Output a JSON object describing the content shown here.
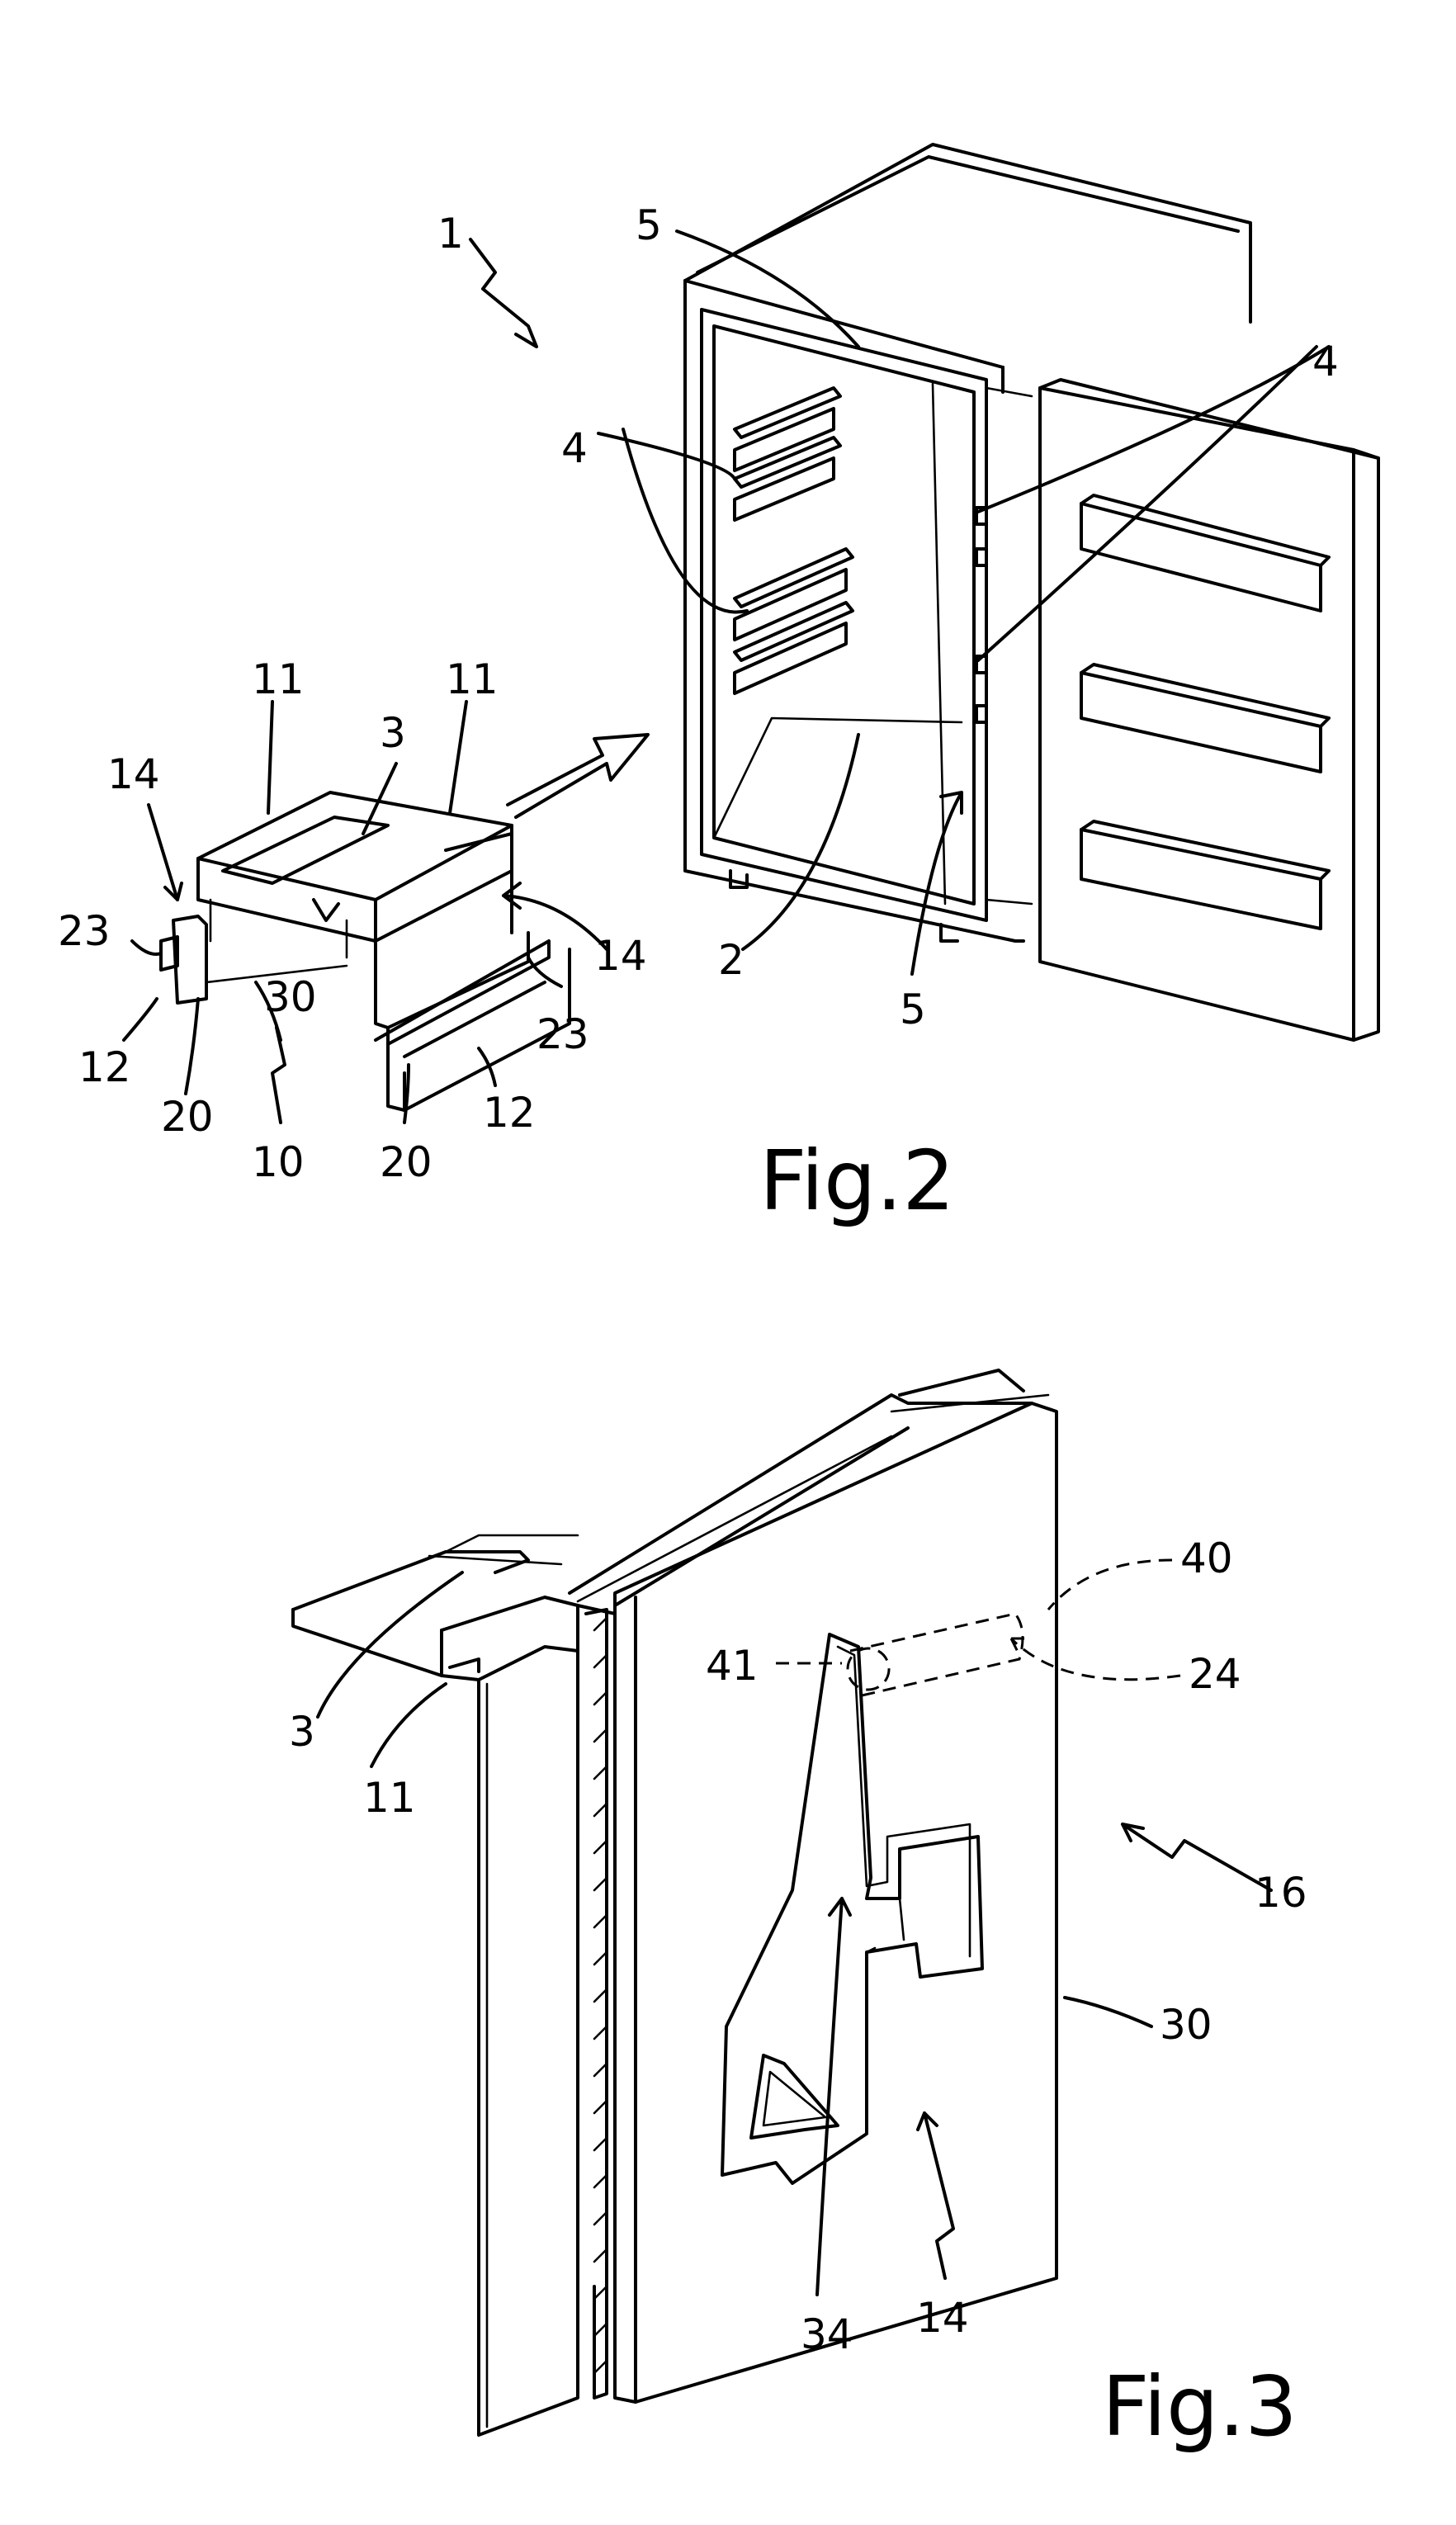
{
  "figures": [
    {
      "caption": "Fig.2",
      "labels": {
        "l1": "1",
        "l2": "2",
        "l3": "3",
        "l4a": "4",
        "l4b": "4",
        "l5a": "5",
        "l5b": "5",
        "l10": "10",
        "l11a": "11",
        "l11b": "11",
        "l12a": "12",
        "l12b": "12",
        "l14a": "14",
        "l14b": "14",
        "l20a": "20",
        "l20b": "20",
        "l23a": "23",
        "l23b": "23",
        "l30": "30"
      }
    },
    {
      "caption": "Fig.3",
      "labels": {
        "l3": "3",
        "l11": "11",
        "l14": "14",
        "l16": "16",
        "l24": "24",
        "l30": "30",
        "l34": "34",
        "l40": "40",
        "l41": "41"
      }
    }
  ]
}
